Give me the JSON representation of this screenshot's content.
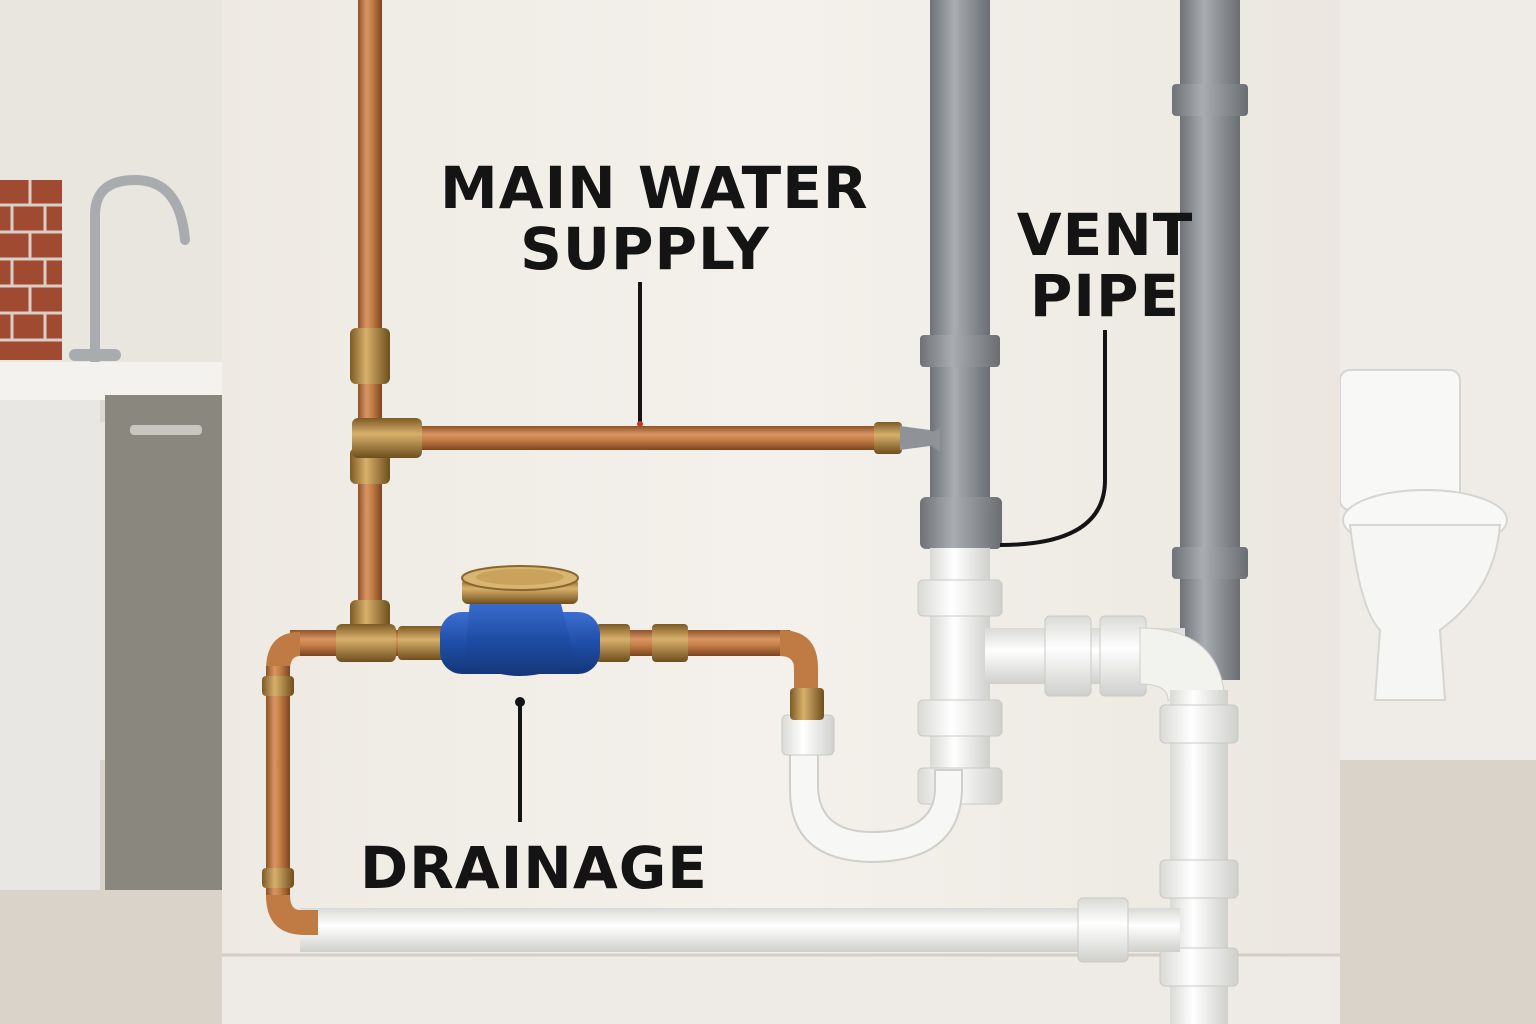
{
  "labels": {
    "main_water_supply": {
      "line1": "MAIN WATER",
      "line2": "SUPPLY"
    },
    "vent_pipe": {
      "line1": "VENT",
      "line2": "PIPE"
    },
    "drainage": "DRAINAGE"
  },
  "colors": {
    "wall": "#f1ede7",
    "copper": "#c07b45",
    "brass": "#b58a4a",
    "meter_body": "#1f4ea8",
    "pvc_grey": "#8f9397",
    "pvc_white": "#f7f7f5",
    "label_text": "#141414"
  }
}
